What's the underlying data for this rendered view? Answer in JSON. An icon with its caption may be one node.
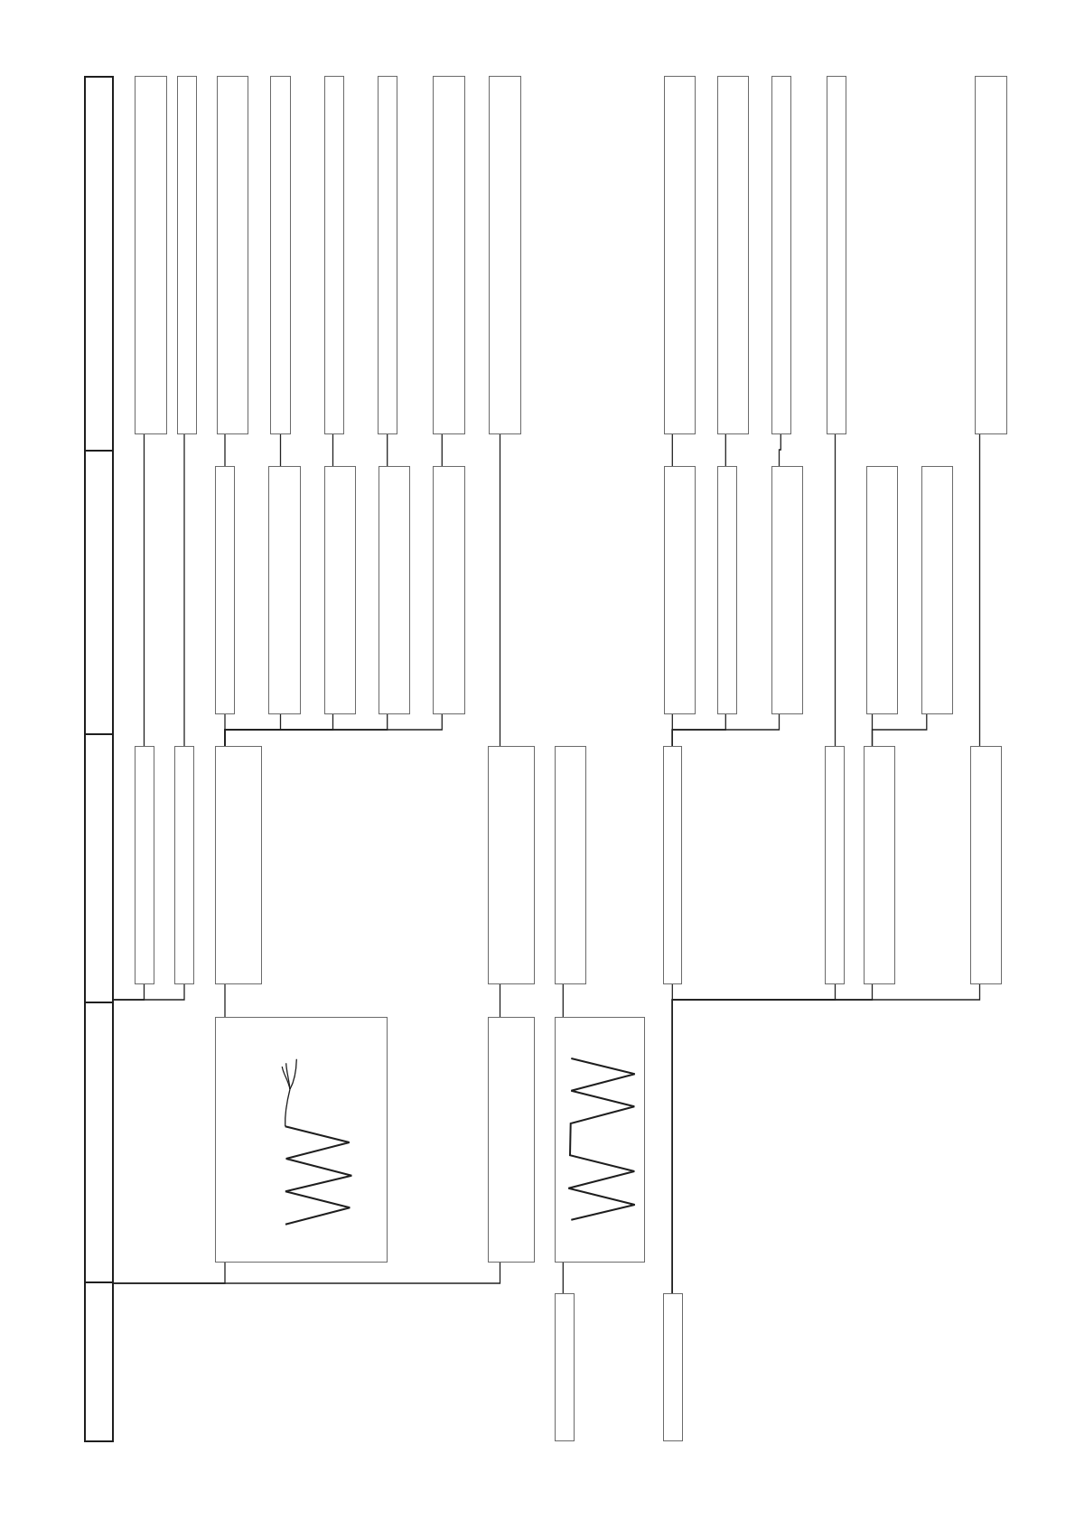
{
  "diagram": {
    "nodes": [
      {
        "text": [],
        "shape": "box"
      },
      {
        "text": [],
        "shape": "box"
      },
      {
        "text": [],
        "shape": "box"
      },
      {
        "text": [],
        "shape": "box"
      },
      {
        "text": [],
        "shape": "box"
      },
      {
        "text": [],
        "shape": "box"
      },
      {
        "text": [],
        "shape": "box"
      },
      {
        "text": [],
        "shape": "box"
      },
      {
        "text": [],
        "shape": "box"
      },
      {
        "text": [],
        "shape": "box"
      },
      {
        "text": [],
        "shape": "box"
      },
      {
        "text": [],
        "shape": "box"
      },
      {
        "text": [],
        "shape": "box"
      },
      {
        "text": [],
        "shape": "box"
      },
      {
        "text": [],
        "shape": "box"
      },
      {
        "text": [],
        "shape": "box"
      },
      {
        "text": [],
        "shape": "box"
      },
      {
        "text": [],
        "shape": "box"
      },
      {
        "text": [],
        "shape": "box"
      },
      {
        "text": [],
        "shape": "box"
      },
      {
        "text": [],
        "shape": "box"
      },
      {
        "text": [],
        "shape": "box"
      },
      {
        "text": [],
        "shape": "box"
      },
      {
        "text": [],
        "shape": "box"
      },
      {
        "text": [],
        "shape": "box"
      },
      {
        "text": [],
        "shape": "box"
      },
      {
        "text": [],
        "shape": "box"
      },
      {
        "text": [],
        "shape": "box"
      },
      {
        "text": [],
        "shape": "box"
      },
      {
        "text": [],
        "shape": "box"
      },
      {
        "text": [],
        "shape": "box"
      },
      {
        "text": [],
        "shape": "box"
      },
      {
        "text": [],
        "shape": "box"
      },
      {
        "text": [],
        "shape": "box"
      },
      {
        "text": [],
        "shape": "box"
      },
      {
        "text": [],
        "shape": "box"
      },
      {
        "text": [],
        "shape": "box"
      },
      {
        "text": [],
        "shape": "picture"
      },
      {
        "text": [],
        "shape": "box"
      },
      {
        "text": [],
        "shape": "picture"
      },
      {
        "text": [],
        "shape": "box"
      },
      {
        "text": [],
        "shape": "box"
      }
    ],
    "edges": [
      {
        "from": 5,
        "to": 28,
        "arrow": "none"
      },
      {
        "from": 6,
        "to": 29,
        "arrow": "none"
      },
      {
        "from": 7,
        "to": 18,
        "arrow": "none"
      },
      {
        "from": 8,
        "to": 19,
        "arrow": "none"
      },
      {
        "from": 9,
        "to": 20,
        "arrow": "none"
      },
      {
        "from": 10,
        "to": 21,
        "arrow": "none"
      },
      {
        "from": 11,
        "to": 22,
        "arrow": "none"
      },
      {
        "from": 12,
        "to": 31,
        "arrow": "none"
      },
      {
        "from": 13,
        "to": 23,
        "arrow": "none"
      },
      {
        "from": 14,
        "to": 24,
        "arrow": "none"
      },
      {
        "from": 15,
        "to": 25,
        "arrow": "none"
      },
      {
        "from": 16,
        "to": 34,
        "arrow": "none"
      },
      {
        "from": 17,
        "to": 36,
        "arrow": "none"
      },
      {
        "from": 18,
        "to": 30,
        "arrow": "none"
      },
      {
        "from": 19,
        "to": 30,
        "arrow": "none"
      },
      {
        "from": 20,
        "to": 30,
        "arrow": "none"
      },
      {
        "from": 21,
        "to": 30,
        "arrow": "none"
      },
      {
        "from": 22,
        "to": 30,
        "arrow": "none"
      },
      {
        "from": 23,
        "to": 33,
        "arrow": "none"
      },
      {
        "from": 24,
        "to": 33,
        "arrow": "none"
      },
      {
        "from": 25,
        "to": 33,
        "arrow": "none"
      },
      {
        "from": 26,
        "to": 35,
        "arrow": "none"
      },
      {
        "from": 27,
        "to": 35,
        "arrow": "none"
      },
      {
        "from": 28,
        "to": 2,
        "arrow": "none"
      },
      {
        "from": 29,
        "to": 2,
        "arrow": "none"
      },
      {
        "from": 30,
        "to": 37,
        "arrow": "none"
      },
      {
        "from": 31,
        "to": 38,
        "arrow": "none"
      },
      {
        "from": 32,
        "to": 39,
        "arrow": "none"
      },
      {
        "from": 33,
        "to": 41,
        "arrow": "none"
      },
      {
        "from": 34,
        "to": 41,
        "arrow": "none"
      },
      {
        "from": 35,
        "to": 41,
        "arrow": "none"
      },
      {
        "from": 36,
        "to": 41,
        "arrow": "none"
      },
      {
        "from": 37,
        "to": 4,
        "arrow": "none"
      },
      {
        "from": 38,
        "to": 4,
        "arrow": "none"
      },
      {
        "from": 39,
        "to": 40,
        "arrow": "none"
      }
    ]
  }
}
